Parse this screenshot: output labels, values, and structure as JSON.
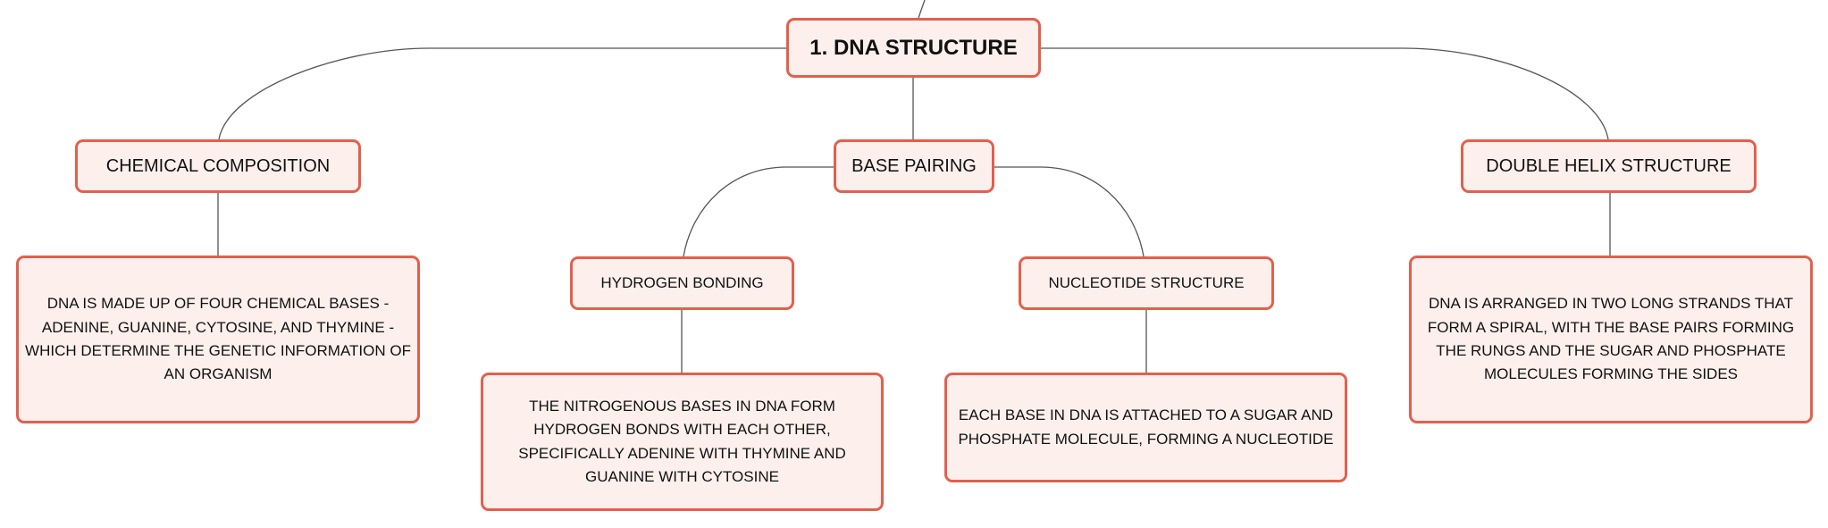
{
  "diagram": {
    "root": "1. DNA STRUCTURE",
    "topics": {
      "chemical": "CHEMICAL COMPOSITION",
      "base_pairing": "BASE PAIRING",
      "double_helix": "DOUBLE HELIX STRUCTURE"
    },
    "subtopics": {
      "hydrogen": "HYDROGEN BONDING",
      "nucleotide": "NUCLEOTIDE STRUCTURE"
    },
    "details": {
      "chemical": "DNA IS MADE UP OF FOUR CHEMICAL BASES - ADENINE, GUANINE, CYTOSINE, AND THYMINE - WHICH DETERMINE THE GENETIC INFORMATION OF AN ORGANISM",
      "hydrogen": "THE NITROGENOUS BASES IN DNA FORM HYDROGEN BONDS WITH EACH OTHER, SPECIFICALLY ADENINE WITH THYMINE AND GUANINE WITH CYTOSINE",
      "nucleotide": "EACH BASE IN DNA IS ATTACHED TO A SUGAR AND PHOSPHATE MOLECULE, FORMING A NUCLEOTIDE",
      "double_helix": "DNA IS ARRANGED IN TWO LONG STRANDS THAT FORM A SPIRAL, WITH THE BASE PAIRS FORMING THE RUNGS AND THE SUGAR AND PHOSPHATE MOLECULES FORMING THE SIDES"
    }
  },
  "colors": {
    "node_fill": "#fdf0ec",
    "node_border": "#e2604e",
    "connector": "#555555",
    "text": "#111111"
  }
}
